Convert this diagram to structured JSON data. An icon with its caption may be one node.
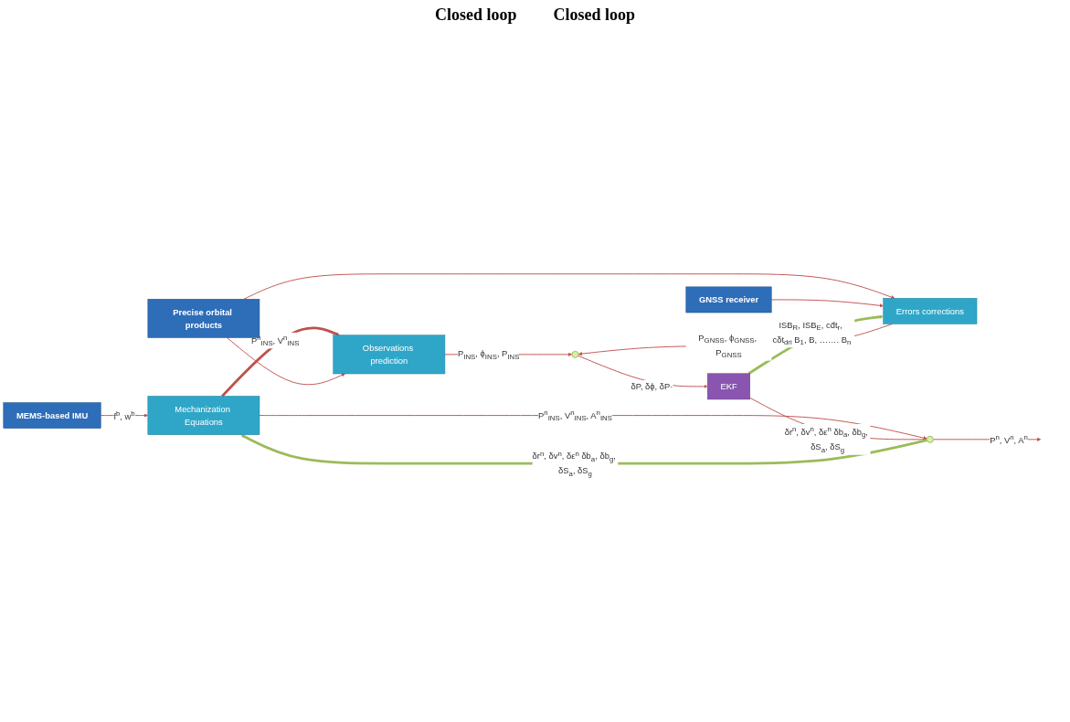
{
  "diagram": {
    "nodes": [
      {
        "text": [
          "MEMS-based IMU"
        ]
      },
      {
        "text": [
          "Mechanization Equations"
        ]
      },
      {
        "text": [
          "Precise orbital products"
        ]
      },
      {
        "text": [
          "Observations prediction"
        ]
      },
      {
        "text": [
          "GNSS receiver"
        ]
      },
      {
        "text": [
          "Errors corrections"
        ]
      },
      {
        "text": [],
        "shape": "circle"
      },
      {
        "text": [
          "EKF"
        ]
      },
      {
        "text": [],
        "shape": "circle"
      }
    ],
    "edges": [
      {
        "from": 0,
        "to": 1,
        "arrow": "to",
        "label": "f$^{b}$, w$^{b}$"
      },
      {
        "from": 1,
        "to": 8,
        "arrow": "to",
        "label": "P$^{n}$$_{INS}$, V$^{n}$$_{INS}$, A$^{n}$$_{INS}$"
      },
      {
        "from": 1,
        "to": 3,
        "arrow": "to",
        "label": "P$^{n}$$_{INS}$, V$^{n}$$_{INS}$",
        "style": "thick"
      },
      {
        "from": 2,
        "to": 3,
        "arrow": "to"
      },
      {
        "from": 2,
        "to": 5,
        "arrow": "to"
      },
      {
        "from": 4,
        "to": 5,
        "arrow": "to"
      },
      {
        "from": 3,
        "to": 6,
        "arrow": "to",
        "label": "P$_{INS}$, ϕ$_{INS}$, P$_{INS}$"
      },
      {
        "from": 5,
        "to": 6,
        "arrow": "to",
        "label": "P$_{GNSS}$, ϕ$_{GNSS}$, P$_{GNSS}$"
      },
      {
        "from": 6,
        "to": 7,
        "arrow": "to",
        "label": "δP, δϕ, δP·"
      },
      {
        "from": 7,
        "to": 8,
        "arrow": "to",
        "label": "δr$^{n}$, δv$^{n}$, δε$^{n}$ δb$_{a}$, δb$_{g}$, δS$_{a}$, δS$_{g}$"
      },
      {
        "from": 8,
        "to": 1,
        "arrow": "to",
        "label": "δr$^{n}$, δv$^{n}$, δε$^{n}$ δb$_{a}$, δb$_{g}$, δS$_{a}$, δS$_{g}$",
        "style": "thick",
        "color": "#9bbb59"
      },
      {
        "from": 7,
        "to": 5,
        "arrow": "to",
        "label": "ISB$_{R}$, ISB$_{E}$, cd̄t$_{r}$, cδt$_{dri}$ B$_{1}$, B, ……. B$_{n}$",
        "style": "thick",
        "color": "#9bbb59"
      },
      {
        "from": 8,
        "to": null,
        "arrow": "to",
        "label": "P$^{n}$, V$^{n}$, A$^{n}$"
      }
    ],
    "labels": [
      "Closed loop",
      "Closed loop"
    ]
  }
}
